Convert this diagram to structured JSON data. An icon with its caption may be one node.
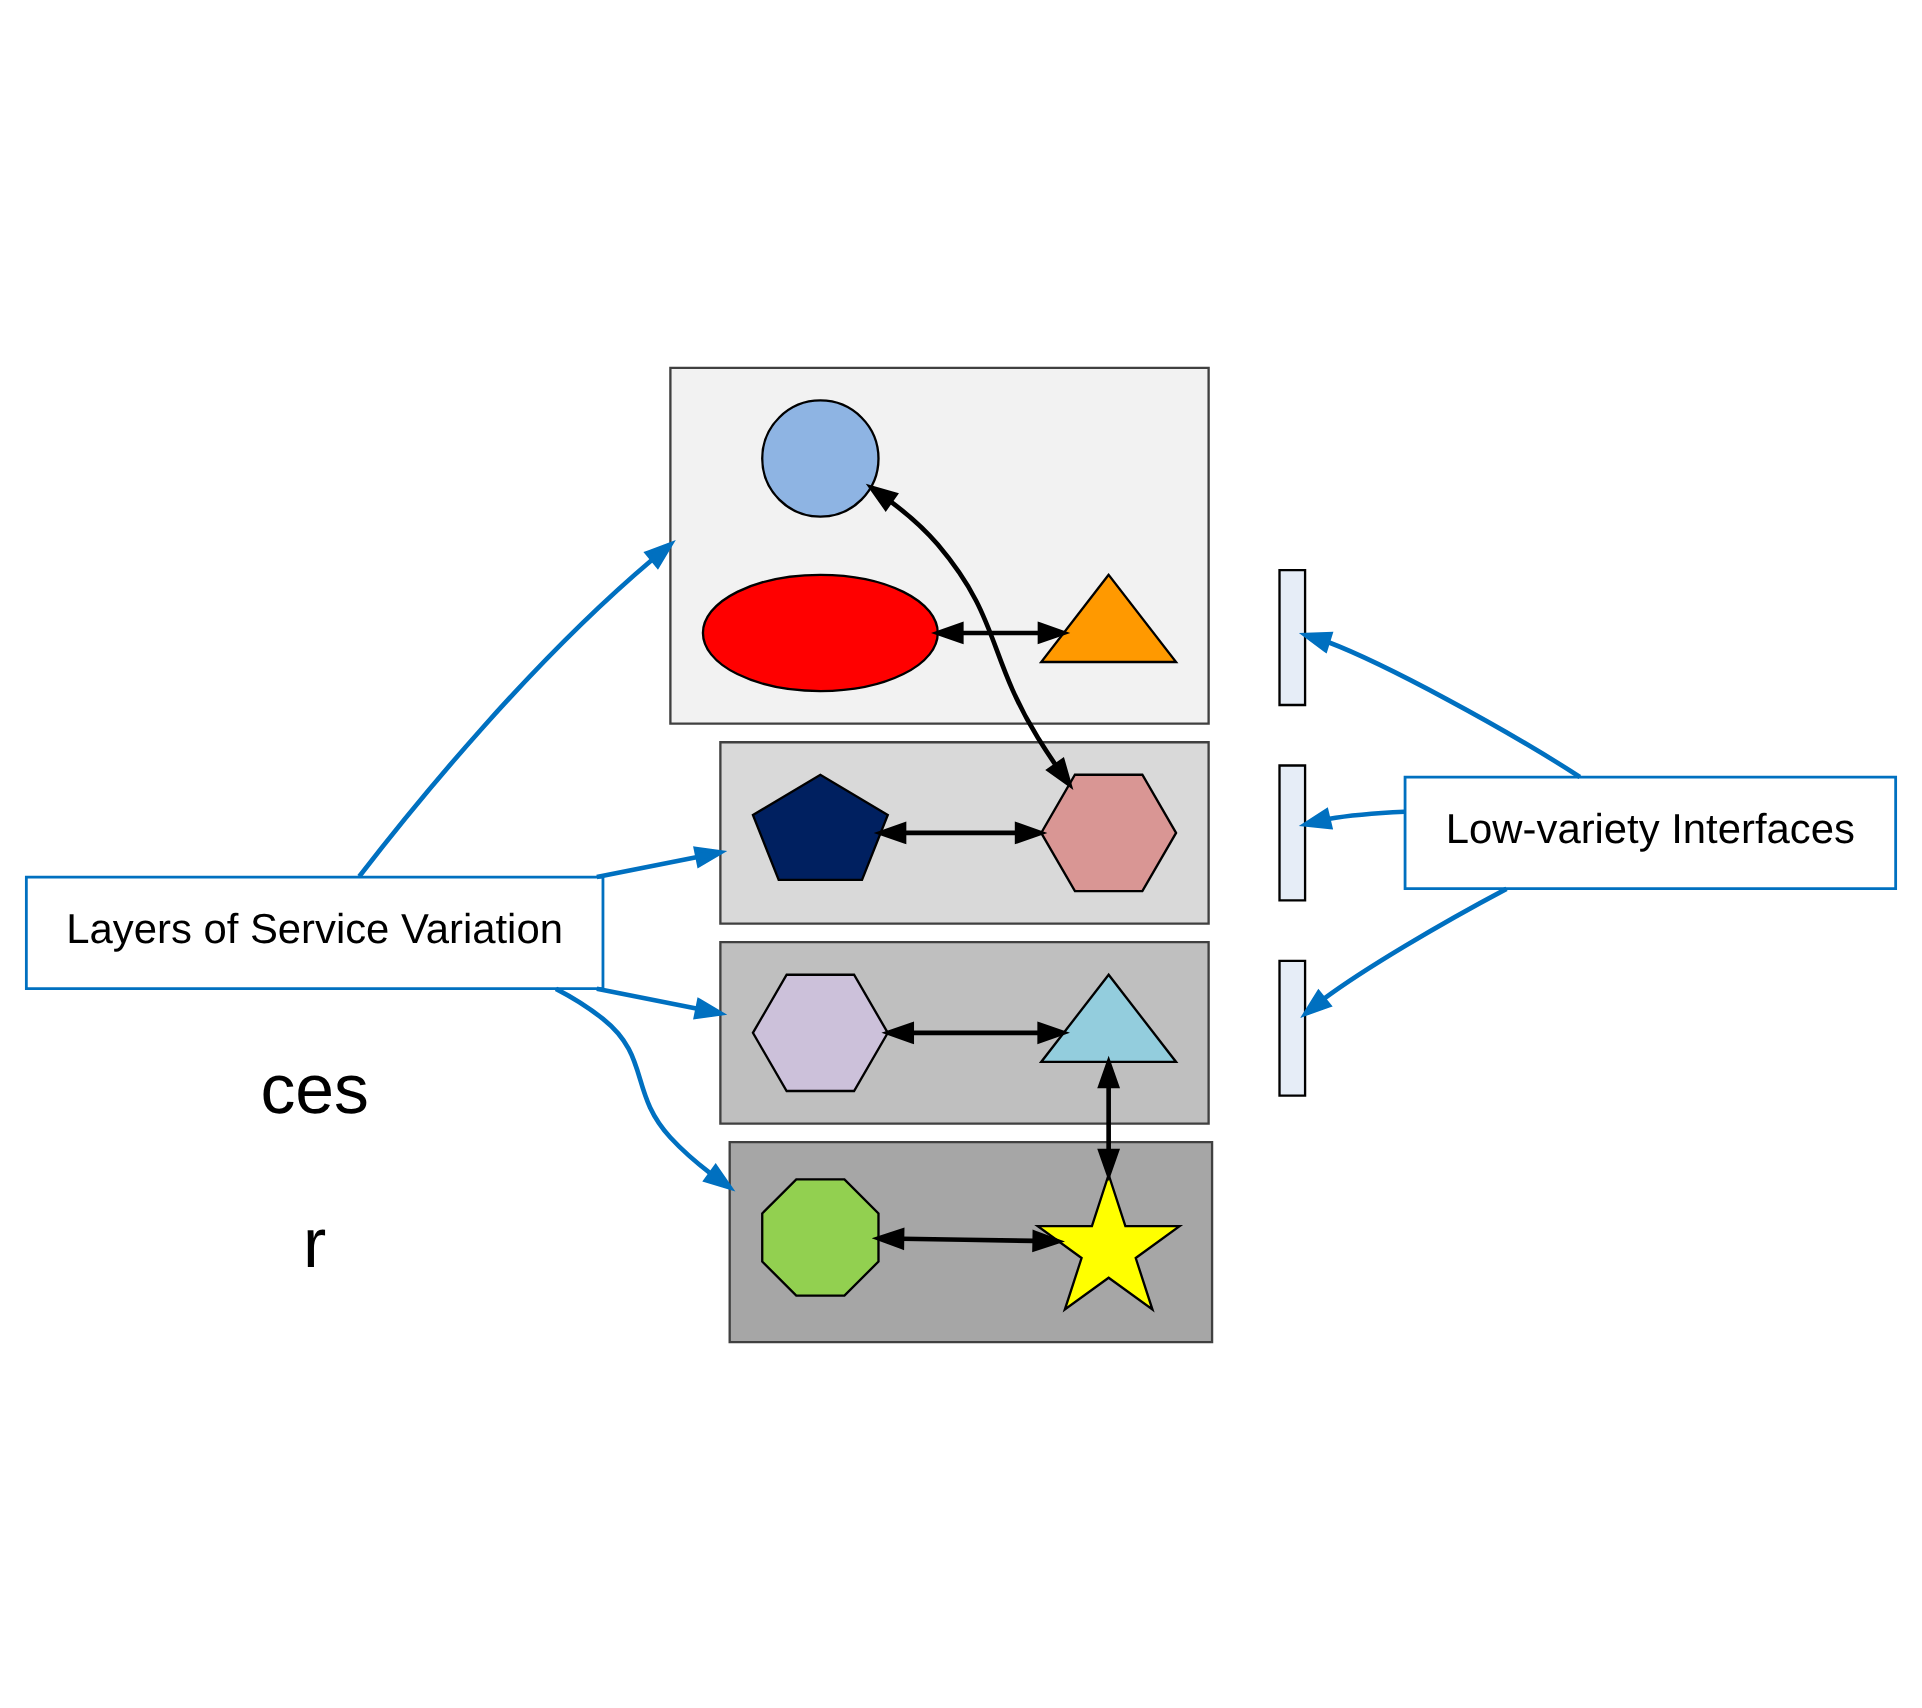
{
  "diagram": {
    "nodes": [
      {
        "text": [],
        "shape": "bar"
      },
      {
        "text": [],
        "shape": "circle",
        "in": 0
      },
      {
        "text": [],
        "shape": "ellipse",
        "in": 0
      },
      {
        "text": [],
        "shape": "triangle",
        "in": 0
      },
      {
        "text": [],
        "shape": "bar"
      },
      {
        "text": [],
        "shape": "pentagon",
        "in": 4
      },
      {
        "text": [],
        "shape": "hexagon",
        "in": 4
      },
      {
        "text": [],
        "shape": "bar"
      },
      {
        "text": [],
        "shape": "hexagon",
        "in": 7
      },
      {
        "text": [],
        "shape": "triangle",
        "in": 7
      },
      {
        "text": [],
        "shape": "bar"
      },
      {
        "text": [],
        "shape": "octagon",
        "in": 10
      },
      {
        "text": [],
        "shape": "star",
        "in": 10
      },
      {
        "text": [],
        "shape": "arrow"
      },
      {
        "text": [],
        "shape": "arrow"
      },
      {
        "text": [],
        "shape": "arrow"
      },
      {
        "text": [
          "Layers of Service Variation"
        ]
      },
      {
        "text": [
          "Low-variety Interfaces"
        ]
      }
    ],
    "edges": [
      {
        "from": 6,
        "to": 1,
        "arrow": "both",
        "color": "#000000"
      },
      {
        "from": 2,
        "to": 3,
        "arrow": "both",
        "color": "#000000"
      },
      {
        "from": 5,
        "to": 6,
        "arrow": "both",
        "color": "#000000"
      },
      {
        "from": 8,
        "to": 9,
        "arrow": "both",
        "color": "#000000"
      },
      {
        "from": 12,
        "to": 9,
        "arrow": "both",
        "color": "#000000"
      },
      {
        "from": 11,
        "to": 12,
        "arrow": "both",
        "color": "#000000"
      },
      {
        "from": 16,
        "to": 0,
        "arrow": "to"
      },
      {
        "from": 16,
        "to": 4,
        "arrow": "to"
      },
      {
        "from": 16,
        "to": 7,
        "arrow": "to"
      },
      {
        "from": 16,
        "to": 10,
        "arrow": "to"
      },
      {
        "from": 17,
        "to": 13,
        "arrow": "to"
      },
      {
        "from": 17,
        "to": 14,
        "arrow": "to"
      },
      {
        "from": 17,
        "to": 15,
        "arrow": "to"
      }
    ],
    "labels": [
      "r",
      "ces"
    ]
  }
}
